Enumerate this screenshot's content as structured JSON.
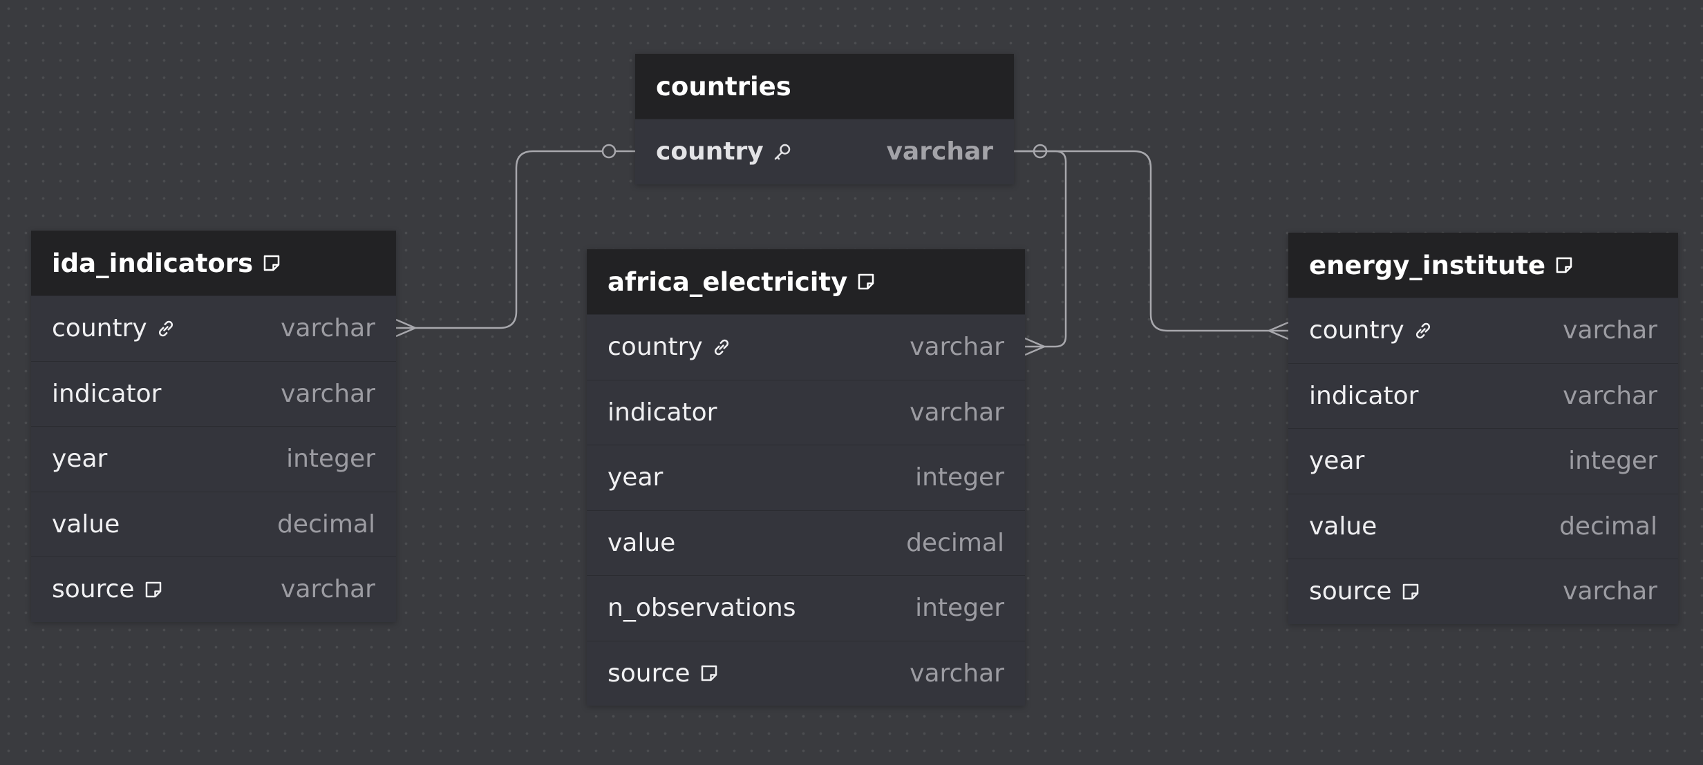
{
  "tables": {
    "countries": {
      "name": "countries",
      "fields": [
        {
          "name": "country",
          "type": "varchar",
          "icon": "key-icon"
        }
      ]
    },
    "ida_indicators": {
      "name": "ida_indicators",
      "icon": "note-icon",
      "fields": [
        {
          "name": "country",
          "type": "varchar",
          "icon": "link-icon"
        },
        {
          "name": "indicator",
          "type": "varchar"
        },
        {
          "name": "year",
          "type": "integer"
        },
        {
          "name": "value",
          "type": "decimal"
        },
        {
          "name": "source",
          "type": "varchar",
          "icon": "note-icon"
        }
      ]
    },
    "africa_electricity": {
      "name": "africa_electricity",
      "icon": "note-icon",
      "fields": [
        {
          "name": "country",
          "type": "varchar",
          "icon": "link-icon"
        },
        {
          "name": "indicator",
          "type": "varchar"
        },
        {
          "name": "year",
          "type": "integer"
        },
        {
          "name": "value",
          "type": "decimal"
        },
        {
          "name": "n_observations",
          "type": "integer"
        },
        {
          "name": "source",
          "type": "varchar",
          "icon": "note-icon"
        }
      ]
    },
    "energy_institute": {
      "name": "energy_institute",
      "icon": "note-icon",
      "fields": [
        {
          "name": "country",
          "type": "varchar",
          "icon": "link-icon"
        },
        {
          "name": "indicator",
          "type": "varchar"
        },
        {
          "name": "year",
          "type": "integer"
        },
        {
          "name": "value",
          "type": "decimal"
        },
        {
          "name": "source",
          "type": "varchar",
          "icon": "note-icon"
        }
      ]
    }
  },
  "relationships": [
    {
      "from": "countries.country",
      "to": "ida_indicators.country",
      "from_end": "one",
      "to_end": "many"
    },
    {
      "from": "countries.country",
      "to": "africa_electricity.country",
      "from_end": "one",
      "to_end": "many"
    },
    {
      "from": "countries.country",
      "to": "energy_institute.country",
      "from_end": "one",
      "to_end": "many"
    }
  ],
  "colors": {
    "canvas": "#3a3b3f",
    "header": "#222224",
    "body": "#34353c",
    "connector": "#a8a8ad"
  }
}
